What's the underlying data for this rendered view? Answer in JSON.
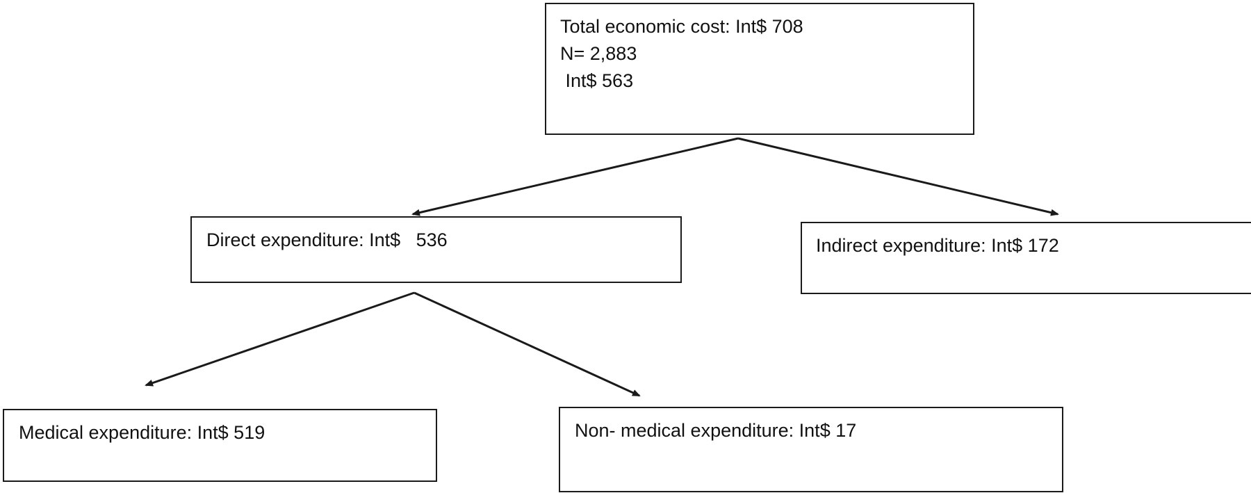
{
  "nodes": {
    "total": {
      "lines": [
        "Total economic cost: Int$ 708",
        "N= 2,883",
        " Int$ 563"
      ]
    },
    "direct": {
      "label": "Direct expenditure: Int$   536"
    },
    "indirect": {
      "label": "Indirect expenditure: Int$ 172"
    },
    "medical": {
      "label": "Medical expenditure: Int$ 519"
    },
    "nonmedical": {
      "label": "Non- medical expenditure: Int$ 17"
    }
  },
  "colors": {
    "stroke": "#1a1a1a",
    "text": "#111111",
    "background": "#ffffff"
  }
}
